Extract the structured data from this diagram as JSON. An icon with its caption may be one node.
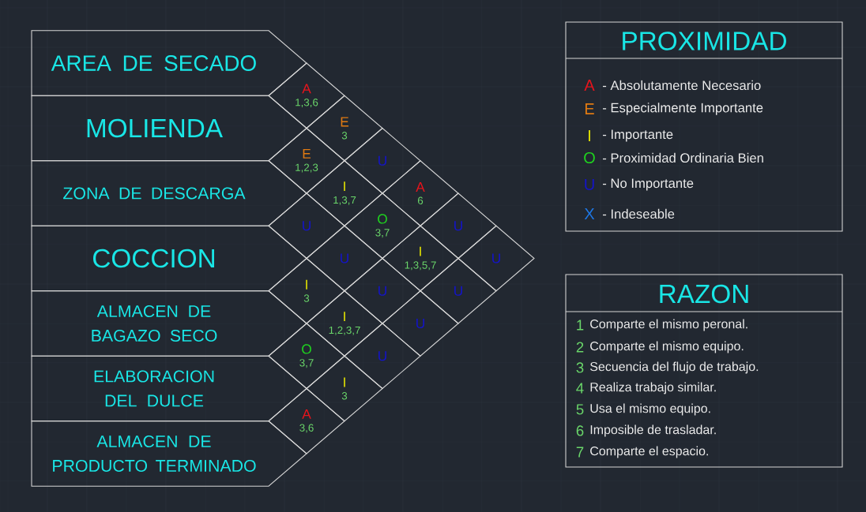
{
  "diagram": {
    "nodes": [
      {
        "text": [
          "AREA DE SECADO"
        ]
      },
      {
        "text": [
          "MOLIENDA"
        ]
      },
      {
        "text": [
          "ZONA DE DESCARGA"
        ]
      },
      {
        "text": [
          "COCCION"
        ]
      },
      {
        "text": [
          "ALMACEN DE BAGAZO SECO"
        ]
      },
      {
        "text": [
          "ELABORACION DEL DULCE"
        ]
      },
      {
        "text": [
          "ALMACEN DE PRODUCTO TERMINADO"
        ]
      },
      {
        "text": [
          "A",
          "1,3,6"
        ]
      },
      {
        "text": [
          "E",
          "3"
        ]
      },
      {
        "text": [
          "E",
          "1,2,3"
        ]
      },
      {
        "text": [
          "U"
        ]
      },
      {
        "text": [
          "I",
          "1,3,7"
        ]
      },
      {
        "text": [
          "A",
          "6"
        ]
      },
      {
        "text": [
          "U"
        ]
      },
      {
        "text": [
          "O",
          "3,7"
        ]
      },
      {
        "text": [
          "U"
        ]
      },
      {
        "text": [
          "U"
        ]
      },
      {
        "text": [
          "I",
          "1,3,5,7"
        ]
      },
      {
        "text": [
          "U"
        ]
      },
      {
        "text": [
          "I",
          "3"
        ]
      },
      {
        "text": [
          "U"
        ]
      },
      {
        "text": [
          "U"
        ]
      },
      {
        "text": [
          "I",
          "1,2,3,7"
        ]
      },
      {
        "text": [
          "U"
        ]
      },
      {
        "text": [
          "O",
          "3,7"
        ]
      },
      {
        "text": [
          "U"
        ]
      },
      {
        "text": [
          "I",
          "3"
        ]
      },
      {
        "text": [
          "A",
          "3,6"
        ]
      },
      {
        "text": [
          "PROXIMIDAD",
          "A",
          "- Absolutamente Necesario",
          "E",
          "- Especialmente Importante",
          "I",
          "- Importante",
          "O",
          "- Proximidad Ordinaria Bien",
          "U",
          "- No Importante",
          "X",
          "- Indeseable"
        ]
      },
      {
        "text": [
          "RAZON",
          "1",
          "Comparte el mismo peronal.",
          "2",
          "Comparte el mismo equipo.",
          "3",
          "Secuencia del flujo de trabajo.",
          "4",
          "Realiza trabajo similar.",
          "5",
          "Usa el mismo equipo.",
          "6",
          "Imposible de trasladar.",
          "7",
          "Comparte el espacio."
        ]
      }
    ]
  }
}
